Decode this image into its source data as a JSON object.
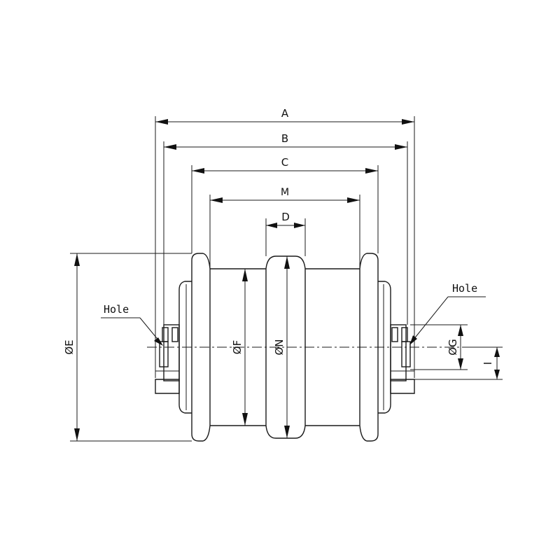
{
  "dimensions": {
    "A": "A",
    "B": "B",
    "C": "C",
    "M": "M",
    "D": "D",
    "E": "ØE",
    "F": "ØF",
    "N": "ØN",
    "G": "ØG",
    "I": "I"
  },
  "callouts": {
    "hole_left": "Hole",
    "hole_right": "Hole"
  }
}
